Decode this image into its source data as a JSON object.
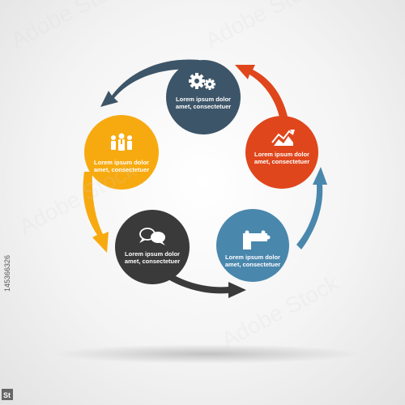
{
  "steps": [
    {
      "id": "gears",
      "color": "#3d5568",
      "text1": "Lorem ipsum dolor",
      "text2": "amet, consectetuer",
      "icon": "gears-icon"
    },
    {
      "id": "chart",
      "color": "#e0461c",
      "text1": "Lorem ipsum dolor",
      "text2": "amet, consectetuer",
      "icon": "chart-icon"
    },
    {
      "id": "puzzle",
      "color": "#4a87ad",
      "text1": "Lorem ipsum dolor",
      "text2": "amet, consectetuer",
      "icon": "puzzle-icon"
    },
    {
      "id": "chat",
      "color": "#3a3a3a",
      "text1": "Lorem ipsum dolor",
      "text2": "amet, consectetuer",
      "icon": "speech-bubbles-icon"
    },
    {
      "id": "team",
      "color": "#f7aa10",
      "text1": "Lorem ipsum dolor",
      "text2": "amet, consectetuer",
      "icon": "team-icon"
    }
  ],
  "watermark": {
    "stock_id": "145366326"
  }
}
